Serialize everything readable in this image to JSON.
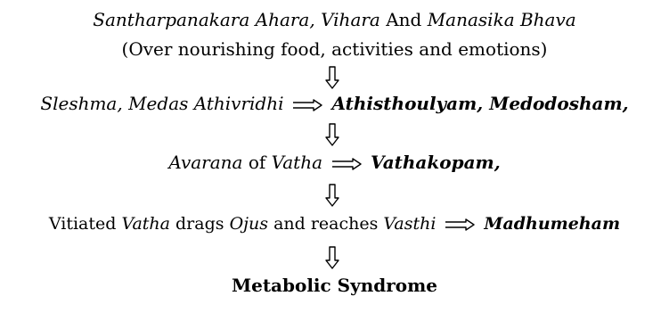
{
  "line1": {
    "a": "Santharpanakara Ahara, Vihara",
    "b": " And ",
    "c": "Manasika Bhava"
  },
  "line2": "(Over nourishing food, activities and emotions)",
  "line3": {
    "left": "Sleshma, Medas Athivridhi",
    "right": "Athisthoulyam, Medodosham,"
  },
  "line4": {
    "a": "Avarana",
    "b": " of ",
    "c": "Vatha",
    "right": "Vathakopam,"
  },
  "line5": {
    "a": "Vitiated ",
    "b": "Vatha",
    "c": " drags ",
    "d": "Ojus",
    "e": " and reaches ",
    "f": "Vasthi",
    "right": "Madhumeham"
  },
  "line6": "Metabolic Syndrome",
  "colors": {
    "text": "#000000",
    "background": "#ffffff"
  },
  "icons": [
    "down-arrow-icon",
    "right-arrow-icon"
  ]
}
